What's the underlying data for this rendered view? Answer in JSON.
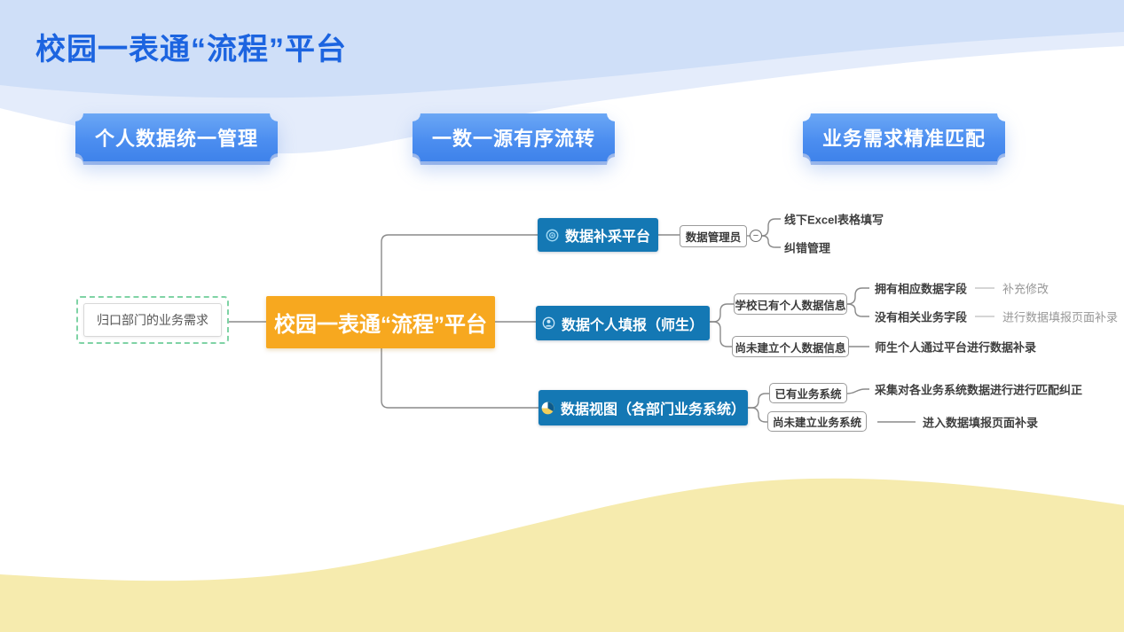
{
  "page": {
    "title": "校园一表通“流程”平台"
  },
  "badges": [
    {
      "label": "个人数据统一管理"
    },
    {
      "label": "一数一源有序流转"
    },
    {
      "label": "业务需求精准匹配"
    }
  ],
  "mindmap": {
    "left_node": {
      "label": "归口部门的业务需求"
    },
    "root": {
      "label": "校园一表通“流程”平台"
    },
    "branches": [
      {
        "label": "数据补采平台",
        "icon": "disc-icon",
        "children": [
          {
            "label": "数据管理员",
            "toggle_label": "−",
            "children": [
              {
                "label": "线下Excel表格填写"
              },
              {
                "label": "纠错管理"
              }
            ]
          }
        ]
      },
      {
        "label": "数据个人填报（师生）",
        "icon": "person-icon",
        "children": [
          {
            "label": "学校已有个人数据信息",
            "children": [
              {
                "label": "拥有相应数据字段",
                "note": "补充修改"
              },
              {
                "label": "没有相关业务字段",
                "note": "进行数据填报页面补录"
              }
            ]
          },
          {
            "label": "尚未建立个人数据信息",
            "children": [
              {
                "label": "师生个人通过平台进行数据补录"
              }
            ]
          }
        ]
      },
      {
        "label": "数据视图（各部门业务系统）",
        "icon": "pie-icon",
        "children": [
          {
            "label": "已有业务系统",
            "children": [
              {
                "label": "采集对各业务系统数据进行进行匹配纠正"
              }
            ]
          },
          {
            "label": "尚未建立业务系统",
            "children": [
              {
                "label": "进入数据填报页面补录"
              }
            ]
          }
        ]
      }
    ]
  },
  "colors": {
    "title_blue": "#1c64e0",
    "badge_blue": "#4c8ef0",
    "branch_blue": "#1478b4",
    "root_orange": "#f7a81f",
    "dashed_green": "#7fd3a5",
    "top_wave_blue": "#cfdff8",
    "bottom_wave_yellow": "#f6ebae"
  }
}
